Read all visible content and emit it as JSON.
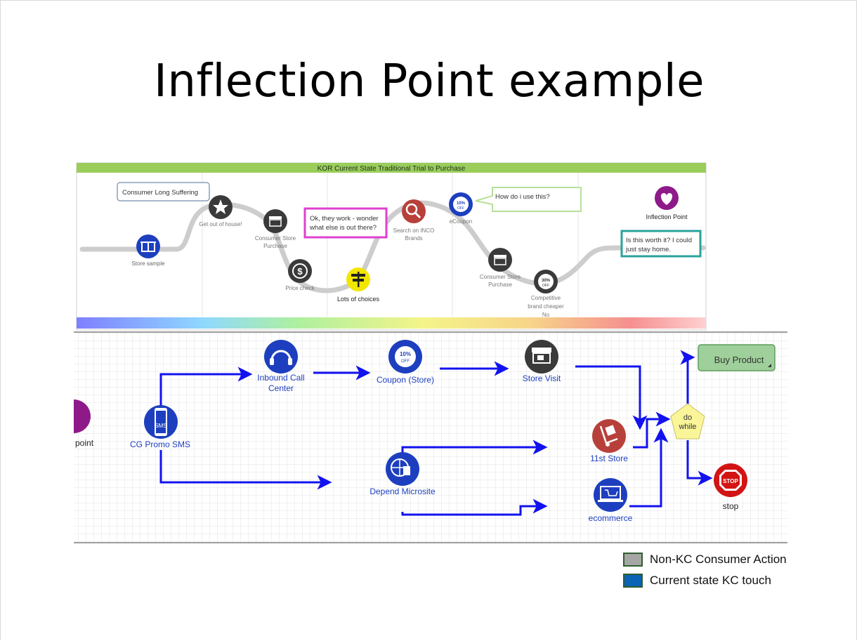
{
  "title": "Inflection Point example",
  "top_map": {
    "banner": "KOR Current State Traditional Trial to Purchase",
    "notes": {
      "suffering": "Consumer Long Suffering",
      "ok_line1": "Ok, they work - wonder",
      "ok_line2": "what else is out there?",
      "howdo": "How do i use this?",
      "worth_line1": "Is this worth it? I could",
      "worth_line2": "just stay home."
    },
    "labels": {
      "store_sample": "Store sample",
      "get_out": "Get out of house!",
      "consumer_store1_a": "Consumer Store",
      "consumer_store1_b": "Purchase",
      "price_check": "Price check",
      "lots": "Lots of choices",
      "search_a": "Search on INCO",
      "search_b": "Brands",
      "ecoupon": "eCoupon",
      "consumer_store2_a": "Consumer Store",
      "consumer_store2_b": "Purchase",
      "competitive_a": "Competitive",
      "competitive_b": "brand cheaper",
      "competitive_c": "No",
      "inflection": "Inflection Point"
    },
    "badges": {
      "pct10": "10%",
      "pct30": "30%",
      "off": "OFF"
    }
  },
  "flow": {
    "nodes": {
      "point": "point",
      "cg_promo": "CG Promo SMS",
      "inbound_a": "Inbound Call",
      "inbound_b": "Center",
      "coupon": "Coupon (Store)",
      "store_visit": "Store Visit",
      "depend": "Depend Microsite",
      "store11": "11st Store",
      "ecommerce": "ecommerce",
      "buy": "Buy Product",
      "do_a": "do",
      "do_b": "while",
      "stop": "stop",
      "stop_sign": "STOP",
      "sms": "SMS",
      "coupon_pct": "10%",
      "coupon_off": "OFF"
    }
  },
  "legend": [
    {
      "label": "Non-KC Consumer Action",
      "color": "#a6a6a6"
    },
    {
      "label": "Current state KC touch",
      "color": "#0b63b5"
    }
  ]
}
